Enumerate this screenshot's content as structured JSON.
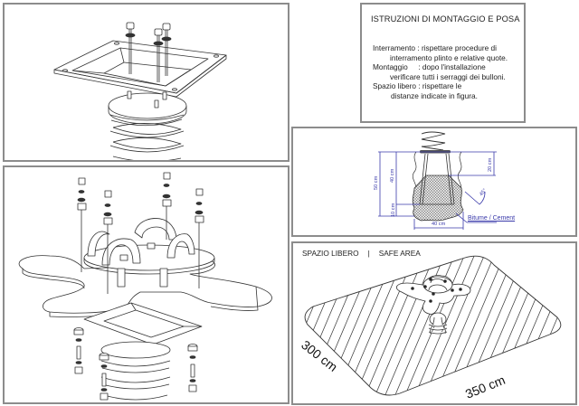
{
  "instructions": {
    "title": "ISTRUZIONI DI MONTAGGIO E POSA",
    "lines": [
      "Interramento  : rispettare procedure di",
      "interramento plinto e relative quote.",
      "Montaggio     : dopo l'installazione",
      "verificare tutti i serraggi dei bulloni.",
      "Spazio libero : rispettare le",
      "distanze indicate in figura."
    ]
  },
  "footing": {
    "dim_total": "50 cm",
    "dim_upper": "40 cm",
    "dim_lower": "10 cm",
    "dim_top_right": "20 cm",
    "dim_angle": "45°",
    "dim_width": "40 cm",
    "material_label": "Bitume / Cement",
    "dimension_color": "#3a3aaa"
  },
  "safe_area": {
    "title_it": "SPAZIO LIBERO",
    "separator": "|",
    "title_en": "SAFE AREA",
    "dim_width": "300 cm",
    "dim_length": "350 cm"
  },
  "panels": {
    "top_left": "spring-plate-assembly-drawing",
    "bottom_left": "seat-platform-exploded-drawing"
  },
  "colors": {
    "frame": "#8c8c8c",
    "line": "#333333",
    "dimension": "#3a3aaa"
  }
}
